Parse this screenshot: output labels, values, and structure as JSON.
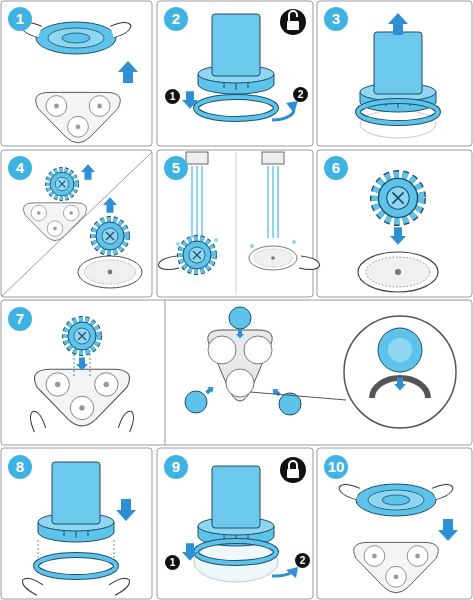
{
  "diagram": {
    "labels": [
      "1",
      "2",
      "1",
      "2",
      "3",
      "4",
      "5",
      "6",
      "7",
      "8",
      "9",
      "1",
      "2",
      "10"
    ]
  }
}
